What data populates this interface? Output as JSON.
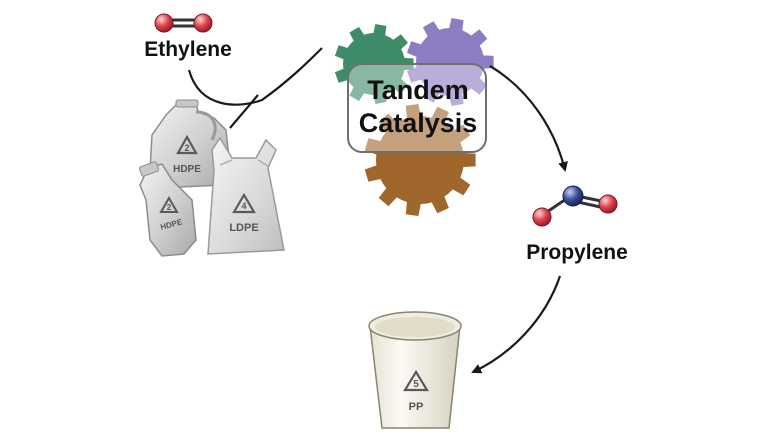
{
  "labels": {
    "ethylene": "Ethylene",
    "propylene": "Propylene",
    "catalysis_line1": "Tandem",
    "catalysis_line2": "Catalysis"
  },
  "recycle_codes": {
    "jug": {
      "number": "2",
      "text": "HDPE"
    },
    "bottle": {
      "number": "2",
      "text": "HDPE"
    },
    "bag": {
      "number": "4",
      "text": "LDPE"
    },
    "cup": {
      "number": "5",
      "text": "PP"
    }
  },
  "colors": {
    "atom_red": "#e0434f",
    "atom_blue": "#3a4f9a",
    "gear_green": "#3f8d68",
    "gear_purple": "#8e7cc3",
    "gear_brown": "#a0672c",
    "arrow": "#1a1a1a"
  }
}
